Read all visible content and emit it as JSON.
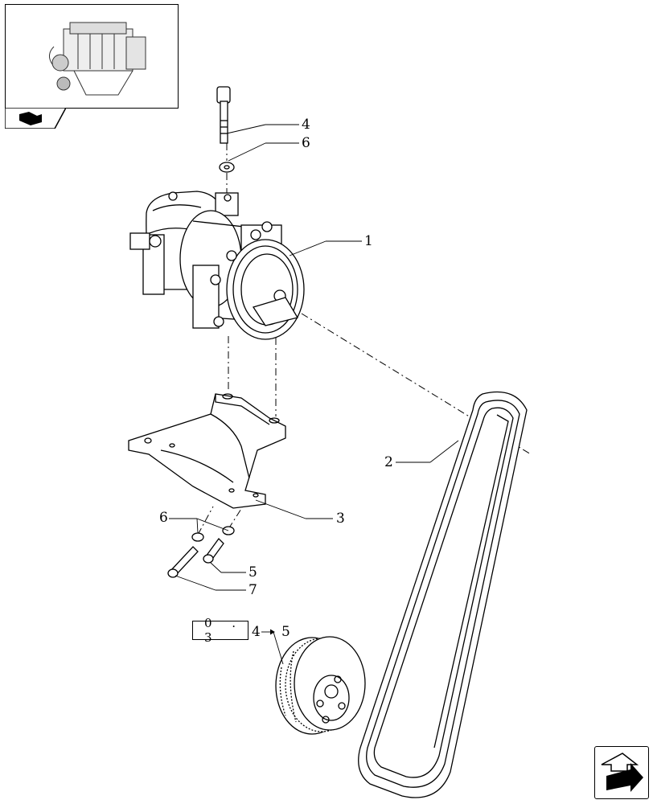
{
  "thumbnail": {
    "icon": "engine-thumbnail-icon"
  },
  "tab": {
    "icon": "book-page-icon"
  },
  "nav": {
    "icon": "next-page-arrow-icon"
  },
  "reference": {
    "box_text": "0 . 3",
    "suffix": "4",
    "callout": "5"
  },
  "callouts": [
    {
      "id": "callout-1",
      "label": "1"
    },
    {
      "id": "callout-2",
      "label": "2"
    },
    {
      "id": "callout-3",
      "label": "3"
    },
    {
      "id": "callout-4",
      "label": "4"
    },
    {
      "id": "callout-5",
      "label": "5"
    },
    {
      "id": "callout-6-top",
      "label": "6"
    },
    {
      "id": "callout-6-bottom",
      "label": "6"
    },
    {
      "id": "callout-7",
      "label": "7"
    }
  ]
}
